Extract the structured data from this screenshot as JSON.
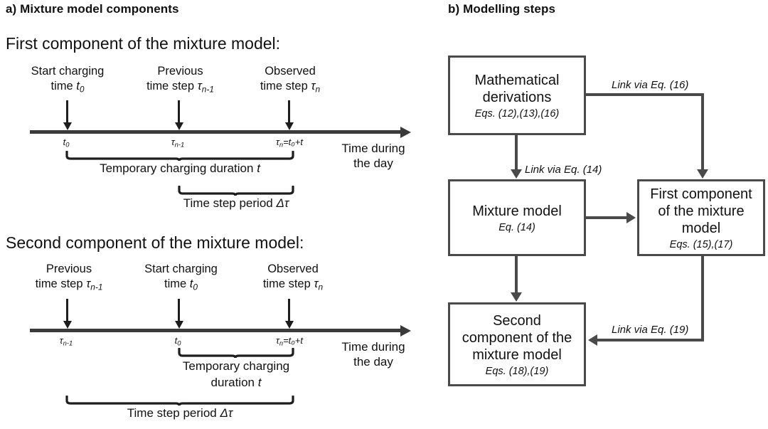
{
  "panel_a": {
    "caption": "a) Mixture model components",
    "first": {
      "heading": "First component of the mixture model:",
      "markers": [
        {
          "title_line1": "Start charging",
          "title_line2_prefix": "time ",
          "symbol": "t",
          "symbol_sub": "0",
          "tick_label": "t",
          "tick_sub": "0",
          "tick_suffix": ""
        },
        {
          "title_line1": "Previous",
          "title_line2_prefix": "time step ",
          "symbol": "τ",
          "symbol_sub": "n-1",
          "tick_label": "τ",
          "tick_sub": "n-1",
          "tick_suffix": ""
        },
        {
          "title_line1": "Observed",
          "title_line2_prefix": "time step ",
          "symbol": "τ",
          "symbol_sub": "n",
          "tick_label": "τ",
          "tick_sub": "n",
          "tick_suffix": "=t₀+t"
        }
      ],
      "axis_name_line1": "Time during",
      "axis_name_line2": "the day",
      "brace_outer_label_prefix": "Temporary charging duration ",
      "brace_outer_label_symbol": "t",
      "brace_inner_label_prefix": "Time step period ",
      "brace_inner_label_symbol": "Δτ"
    },
    "second": {
      "heading": "Second component of the mixture model:",
      "markers": [
        {
          "title_line1": "Previous",
          "title_line2_prefix": "time step ",
          "symbol": "τ",
          "symbol_sub": "n-1",
          "tick_label": "τ",
          "tick_sub": "n-1",
          "tick_suffix": ""
        },
        {
          "title_line1": "Start charging",
          "title_line2_prefix": "time ",
          "symbol": "t",
          "symbol_sub": "0",
          "tick_label": "t",
          "tick_sub": "0",
          "tick_suffix": ""
        },
        {
          "title_line1": "Observed",
          "title_line2_prefix": "time step ",
          "symbol": "τ",
          "symbol_sub": "n",
          "tick_label": "τ",
          "tick_sub": "n",
          "tick_suffix": "=t₀+t"
        }
      ],
      "axis_name_line1": "Time during",
      "axis_name_line2": "the day",
      "brace_inner_label_line1": "Temporary charging",
      "brace_inner_label_line2_prefix": "duration ",
      "brace_inner_label_line2_symbol": "t",
      "brace_outer_label_prefix": "Time step period ",
      "brace_outer_label_symbol": "Δτ"
    }
  },
  "panel_b": {
    "caption": "b) Modelling steps",
    "boxes": [
      {
        "id": "mathematical-derivations",
        "title_line1": "Mathematical",
        "title_line2": "derivations",
        "subtitle": "Eqs. (12),(13),(16)"
      },
      {
        "id": "mixture-model",
        "title_line1": "Mixture model",
        "title_line2": "",
        "subtitle": "Eq. (14)"
      },
      {
        "id": "first-component",
        "title_line1": "First component",
        "title_line2": "of the mixture",
        "title_line3": "model",
        "subtitle": "Eqs. (15),(17)"
      },
      {
        "id": "second-component",
        "title_line1": "Second",
        "title_line2": "component of the",
        "title_line3": "mixture model",
        "subtitle": "Eqs. (18),(19)"
      }
    ],
    "links": [
      {
        "id": "link-eq-16",
        "label": "Link via Eq. (16)"
      },
      {
        "id": "link-eq-14",
        "label": "Link via Eq. (14)"
      },
      {
        "id": "link-eq-19",
        "label": "Link via Eq. (19)"
      }
    ]
  },
  "colors": {
    "ink": "#111111",
    "line": "#3a3a3a",
    "box_border": "#4a4a4a",
    "background": "#ffffff"
  }
}
